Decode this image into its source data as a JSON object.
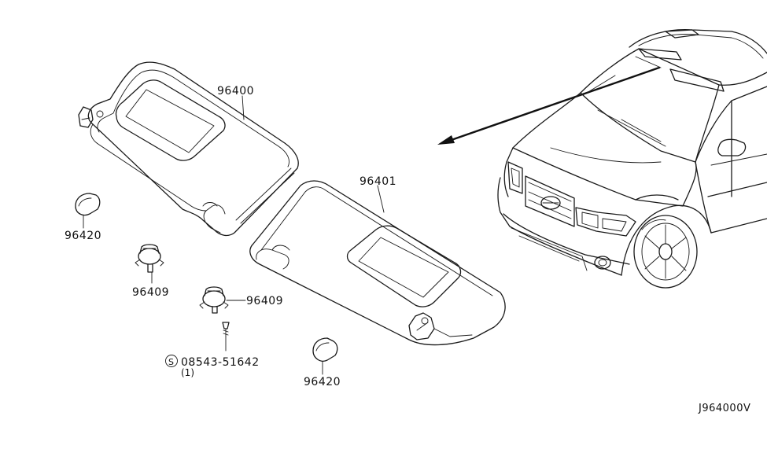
{
  "diagram": {
    "part_labels": {
      "visor_rh": "96400",
      "visor_lh": "96401",
      "holder_left": "96420",
      "holder_bottom": "96420",
      "clip_left": "96409",
      "clip_right": "96409",
      "screw": "08543-51642",
      "screw_qty": "(1)",
      "screw_symbol": "S"
    },
    "drawing_code": "J964000V"
  }
}
